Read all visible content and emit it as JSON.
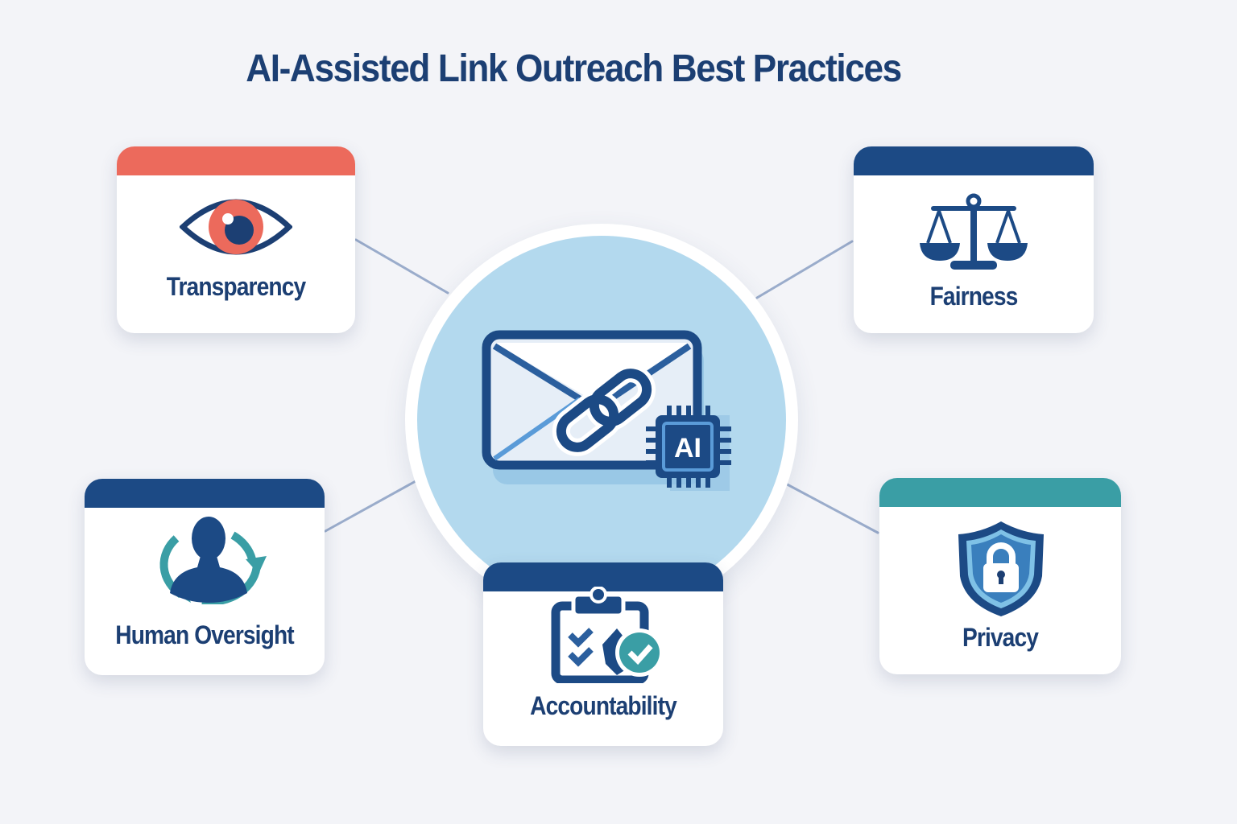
{
  "title": "AI-Assisted Link Outreach Best Practices",
  "colors": {
    "background": "#f3f4f8",
    "navy": "#1c3f73",
    "coral": "#ec6a5c",
    "teal": "#3a9ea5",
    "hub_fill": "#b3d9ee",
    "connector": "#9aaccb"
  },
  "hub": {
    "icon": "email-link-ai-chip-icon",
    "chip_label": "AI"
  },
  "cards": [
    {
      "id": "transparency",
      "label": "Transparency",
      "icon": "eye-icon",
      "bar_color": "#ec6a5c"
    },
    {
      "id": "fairness",
      "label": "Fairness",
      "icon": "scales-icon",
      "bar_color": "#1c4a85"
    },
    {
      "id": "human-oversight",
      "label": "Human Oversight",
      "icon": "person-cycle-icon",
      "bar_color": "#1c4a85"
    },
    {
      "id": "accountability",
      "label": "Accountability",
      "icon": "clipboard-check-icon",
      "bar_color": "#1c4a85"
    },
    {
      "id": "privacy",
      "label": "Privacy",
      "icon": "shield-lock-icon",
      "bar_color": "#3a9ea5"
    }
  ]
}
